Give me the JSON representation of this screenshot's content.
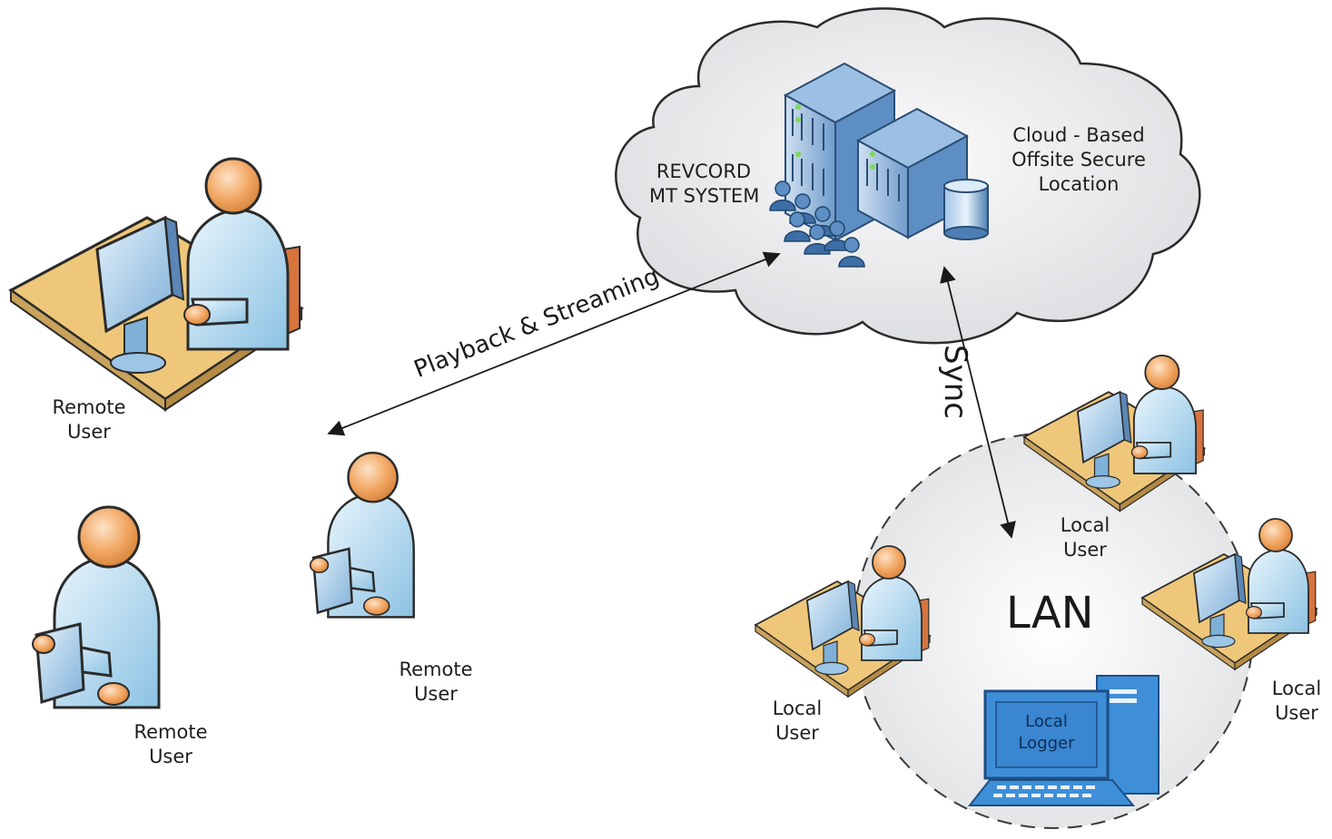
{
  "nodes": {
    "cloud_system": {
      "line1": "REVCORD",
      "line2": "MT SYSTEM"
    },
    "cloud_location": {
      "line1": "Cloud - Based",
      "line2": "Offsite Secure",
      "line3": "Location"
    },
    "remote_user_1": {
      "line1": "Remote",
      "line2": "User"
    },
    "remote_user_2": {
      "line1": "Remote",
      "line2": "User"
    },
    "remote_user_3": {
      "line1": "Remote",
      "line2": "User"
    },
    "local_user_1": {
      "line1": "Local",
      "line2": "User"
    },
    "local_user_2": {
      "line1": "Local",
      "line2": "User"
    },
    "local_user_3": {
      "line1": "Local",
      "line2": "User"
    },
    "local_logger": {
      "line1": "Local",
      "line2": "Logger"
    },
    "lan": {
      "label": "LAN"
    }
  },
  "edges": {
    "playback": {
      "label": "Playback & Streaming"
    },
    "sync": {
      "label": "Sync"
    }
  },
  "colors": {
    "cloud_fill": "#e6e7e9",
    "desk": "#eec77a",
    "skin": "#f1a96a",
    "shirt": "#a9d4ec",
    "server": "#5d8fc4",
    "logger": "#3e8fd8"
  }
}
